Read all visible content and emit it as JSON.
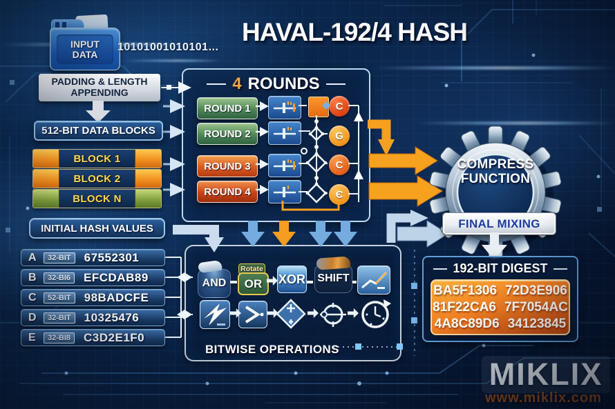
{
  "title": "HAVAL-192/4 HASH",
  "input": {
    "folder_label_line1": "INPUT",
    "folder_label_line2": "DATA",
    "binary_stream": "10101001010101..."
  },
  "left_pipeline": {
    "padding_label": "PADDING & LENGTH APPENDING",
    "data_blocks_label": "512-BIT DATA BLOCKS",
    "blocks": [
      {
        "label": "BLOCK 1"
      },
      {
        "label": "BLOCK 2"
      },
      {
        "label": "BLOCK N"
      }
    ],
    "initial_hash_label": "INITIAL HASH VALUES",
    "registers": [
      {
        "letter": "A",
        "width": "32-BIT",
        "value": "67552301"
      },
      {
        "letter": "B",
        "width": "32-BI6",
        "value": "EFCDAB89"
      },
      {
        "letter": "C",
        "width": "52-BIT",
        "value": "98BADCFE"
      },
      {
        "letter": "D",
        "width": "32-BIT",
        "value": "10325476"
      },
      {
        "letter": "E",
        "width": "32-BI8",
        "value": "C3D2E1F0"
      }
    ]
  },
  "rounds_panel": {
    "header_number": "4",
    "header_label": "ROUNDS",
    "rounds": [
      {
        "label": "ROUND 1",
        "node_letter": "C"
      },
      {
        "label": "ROUND 2",
        "node_letter": "G"
      },
      {
        "label": "ROUND 3",
        "node_letter": "C"
      },
      {
        "label": "ROUND 4",
        "node_letter": "Є"
      }
    ]
  },
  "compress": {
    "title_line1": "COMPRESS",
    "title_line2": "FUNCTION",
    "final_mixing_label": "FINAL MIXING"
  },
  "digest": {
    "header": "192-BIT DIGEST",
    "rows": [
      {
        "left": "BA5F1306",
        "right": "72D3E906"
      },
      {
        "left": "81F22CA6",
        "right": "7F7054AC"
      },
      {
        "left": "4A8C89D6",
        "right": "34123845"
      }
    ]
  },
  "bitwise": {
    "panel_label": "BITWISE OPERATIONS",
    "rotate_tag": "Rotate",
    "and_label": "AND",
    "or_label": "OR",
    "xor_label": "XOR",
    "shift_label": "SHIFT"
  },
  "branding": {
    "logo_text": "MIKLIX",
    "website": "www.miklix.com"
  },
  "colors": {
    "accent_orange": "#F59D20",
    "deep_orange": "#D9531E",
    "round_green": "#4E8757",
    "panel_blue": "#0D2B52",
    "border_light_blue": "#A9CDEC",
    "digest_orange": "#EF7F22",
    "block_text_yellow": "#FFD94D",
    "final_mixing_text": "#1C3DA0"
  }
}
